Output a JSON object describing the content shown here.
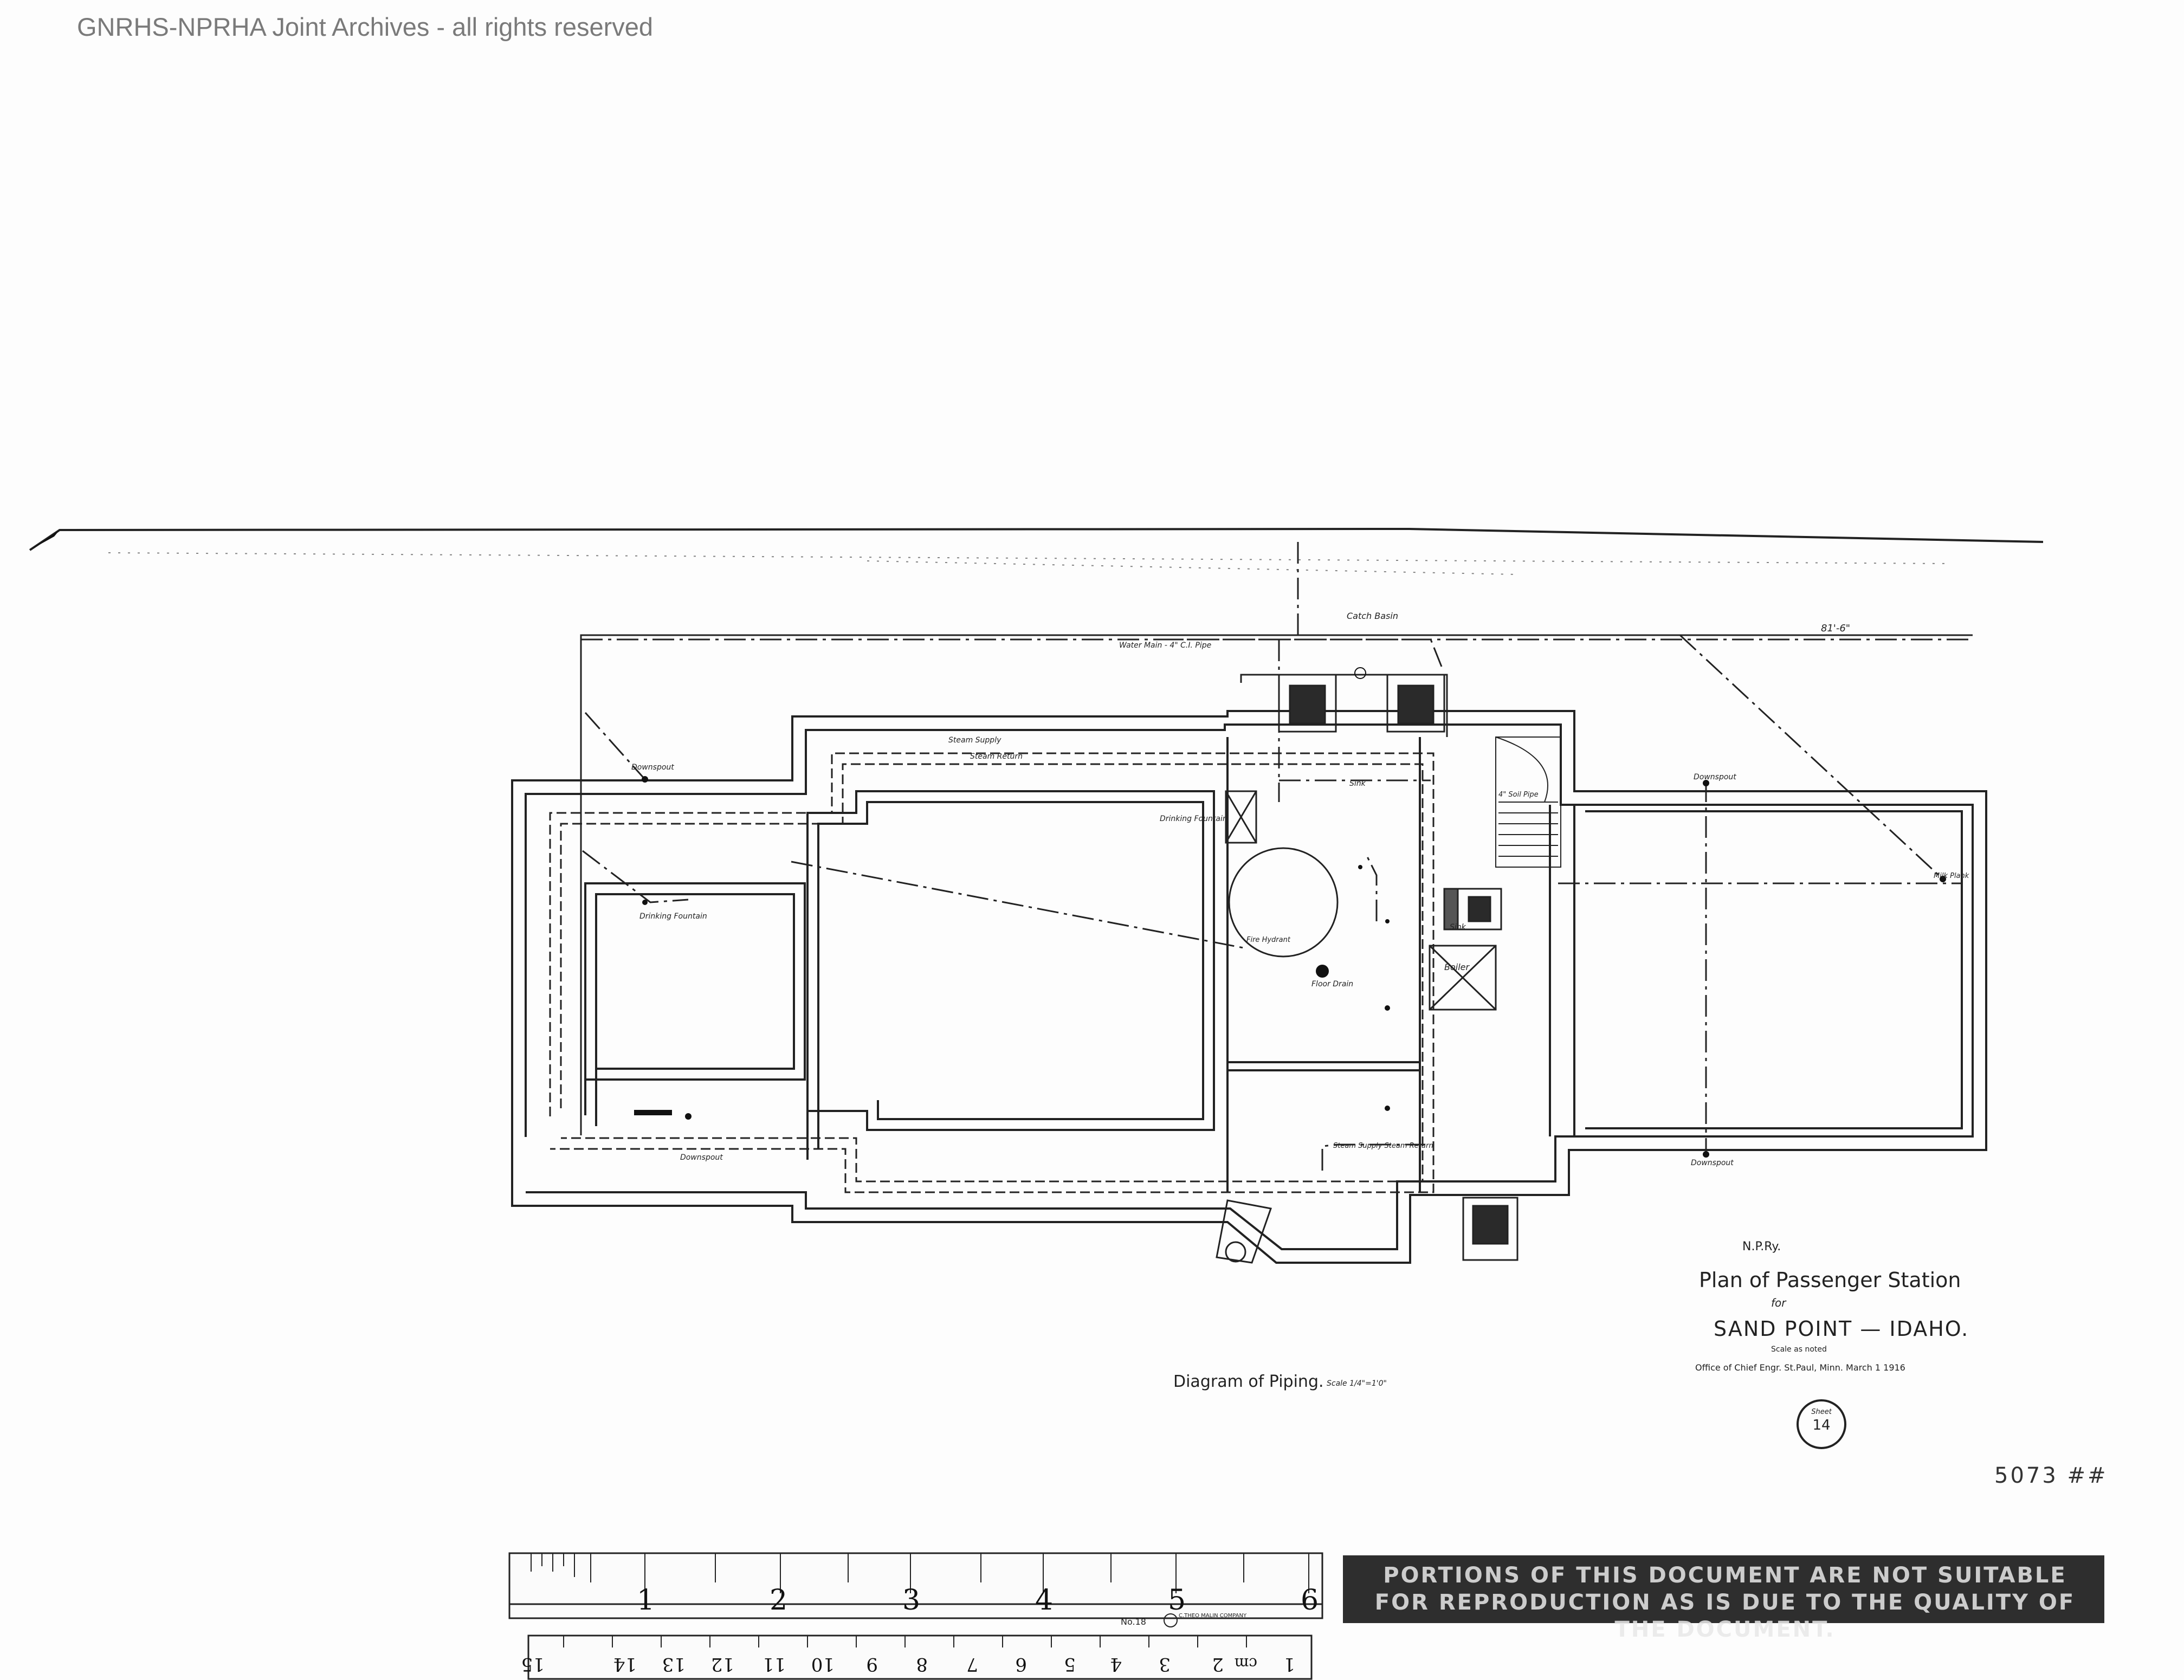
{
  "watermark": "GNRHS-NPRHA Joint Archives - all rights reserved",
  "plan_labels": {
    "catch_basin": "Catch Basin",
    "water_main": "Water Main - 4\" C.I. Pipe",
    "dim_81_6": "81'-6\"",
    "downspout": "Downspout",
    "steam_supply": "Steam Supply",
    "steam_return": "Steam Return",
    "drinking_fountain": "Drinking Fountain",
    "fire_hydrant": "Fire Hydrant",
    "floor_drain": "Floor Drain",
    "boiler": "Boiler",
    "sink": "Sink",
    "soil_pipe": "4\" Soil Pipe",
    "milk_plank": "Milk Plank",
    "steam_supply_return": "Steam Supply Steam Return"
  },
  "diagram": {
    "title": "Diagram of Piping.",
    "scale": "Scale 1/4\"=1'0\""
  },
  "title_block": {
    "railway": "N.P.Ry.",
    "title": "Plan of Passenger Station",
    "for": "for",
    "location": "SAND POINT — IDAHO.",
    "scale_note": "Scale as noted",
    "office": "Office of Chief Engr. St.Paul, Minn. March 1 1916"
  },
  "sheet": {
    "label": "Sheet",
    "number": "14"
  },
  "file_code": "5073 ##",
  "ruler": {
    "inch_numbers": [
      "1",
      "2",
      "3",
      "4",
      "5",
      "6"
    ],
    "cm_numbers": [
      "1",
      "2",
      "3",
      "4",
      "5",
      "6",
      "7",
      "8",
      "9",
      "10",
      "11",
      "12",
      "13",
      "14",
      "15"
    ],
    "cm_unit": "cm",
    "model": "No.18",
    "maker": "C.THEO MALIN COMPANY"
  },
  "notice": "PORTIONS OF THIS DOCUMENT ARE NOT SUITABLE FOR REPRODUCTION AS IS DUE TO THE QUALITY OF THE DOCUMENT."
}
